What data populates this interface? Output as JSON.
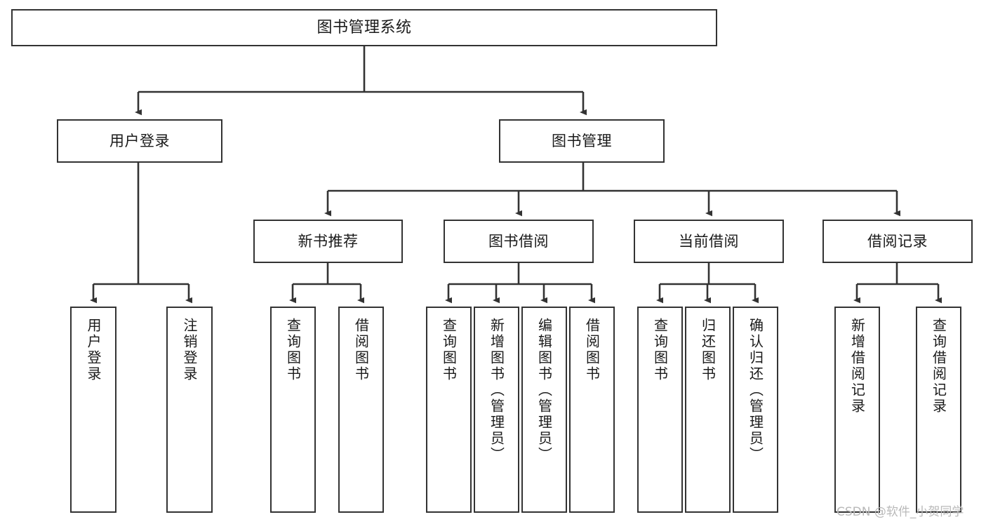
{
  "diagram": {
    "type": "tree",
    "title": "图书管理系统",
    "watermark": "CSDN @软件_小贺同学",
    "colors": {
      "stroke": "#333333",
      "fill": "#ffffff",
      "text": "#1a1a1a",
      "watermark": "#b9b9b9"
    },
    "levels": {
      "root": {
        "label": "图书管理系统"
      },
      "level2": [
        {
          "id": "user-login",
          "label": "用户登录"
        },
        {
          "id": "book-management",
          "label": "图书管理"
        }
      ],
      "level3": [
        {
          "id": "new-book-recommend",
          "label": "新书推荐"
        },
        {
          "id": "book-borrow",
          "label": "图书借阅"
        },
        {
          "id": "current-borrow",
          "label": "当前借阅"
        },
        {
          "id": "borrow-record",
          "label": "借阅记录"
        }
      ],
      "leaves": [
        {
          "id": "leaf-user-login",
          "label": "用户登录",
          "parent": "user-login"
        },
        {
          "id": "leaf-logout-login",
          "label": "注销登录",
          "parent": "user-login"
        },
        {
          "id": "leaf-query-book-1",
          "label": "查询图书",
          "parent": "new-book-recommend"
        },
        {
          "id": "leaf-borrow-book-1",
          "label": "借阅图书",
          "parent": "new-book-recommend"
        },
        {
          "id": "leaf-query-book-2",
          "label": "查询图书",
          "parent": "book-borrow"
        },
        {
          "id": "leaf-add-book",
          "label": "新增图书（管理员）",
          "parent": "book-borrow"
        },
        {
          "id": "leaf-edit-book",
          "label": "编辑图书（管理员）",
          "parent": "book-borrow"
        },
        {
          "id": "leaf-borrow-book-2",
          "label": "借阅图书",
          "parent": "book-borrow"
        },
        {
          "id": "leaf-query-book-3",
          "label": "查询图书",
          "parent": "current-borrow"
        },
        {
          "id": "leaf-return-book",
          "label": "归还图书",
          "parent": "current-borrow"
        },
        {
          "id": "leaf-confirm-return",
          "label": "确认归还（管理员）",
          "parent": "current-borrow"
        },
        {
          "id": "leaf-add-record",
          "label": "新增借阅记录",
          "parent": "borrow-record"
        },
        {
          "id": "leaf-query-record",
          "label": "查询借阅记录",
          "parent": "borrow-record"
        }
      ]
    }
  }
}
